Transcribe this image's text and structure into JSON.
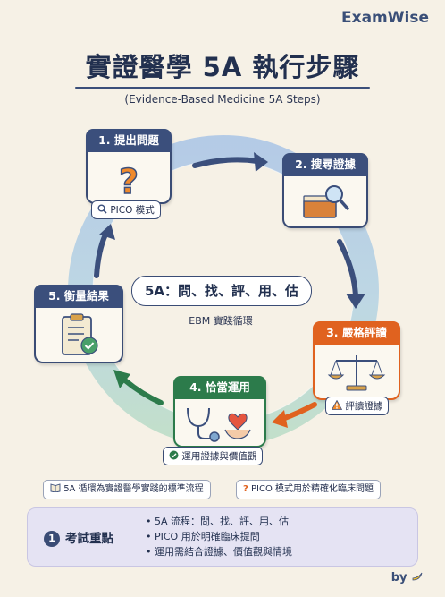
{
  "brand": "ExamWise",
  "title": "實證醫學 5A 執行步驟",
  "subtitle": "(Evidence-Based Medicine 5A Steps)",
  "steps": [
    {
      "label": "1. 提出問題",
      "icon": "question-mark-icon",
      "tag": "PICO 模式",
      "tag_icon": "magnifier-icon",
      "color": "#3b4f7c"
    },
    {
      "label": "2. 搜尋證據",
      "icon": "book-search-icon",
      "color": "#3b4f7c"
    },
    {
      "label": "3. 嚴格評讀",
      "icon": "balance-scale-icon",
      "tag": "評讀證據",
      "tag_icon": "warning-icon",
      "color": "#e0621f"
    },
    {
      "label": "4. 恰當運用",
      "icon": "stethoscope-heart-hands-icon",
      "tag": "運用證據與價值觀",
      "tag_icon": "check-circle-icon",
      "color": "#2c7b4b"
    },
    {
      "label": "5. 衡量結果",
      "icon": "clipboard-check-icon",
      "color": "#3b4f7c"
    }
  ],
  "center": {
    "main": "5A：問、找、評、用、估",
    "sub": "EBM 實踐循環"
  },
  "notes": [
    {
      "icon": "book-icon",
      "text": "5A 循環為實證醫學實踐的標準流程"
    },
    {
      "icon": "question-icon",
      "text": "PICO 模式用於精確化臨床問題"
    }
  ],
  "exam": {
    "number": "1",
    "label": "考試重點",
    "points": [
      "5A 流程：問、找、評、用、估",
      "PICO 用於明確臨床提問",
      "運用需結合證據、價值觀與情境"
    ]
  },
  "footer": "by",
  "colors": {
    "navy": "#3b4f7c",
    "orange": "#e0621f",
    "green": "#2c7b4b",
    "ring_blue": "#a9c4e6",
    "ring_green": "#b9dcc6",
    "background": "#f6f1e6"
  }
}
